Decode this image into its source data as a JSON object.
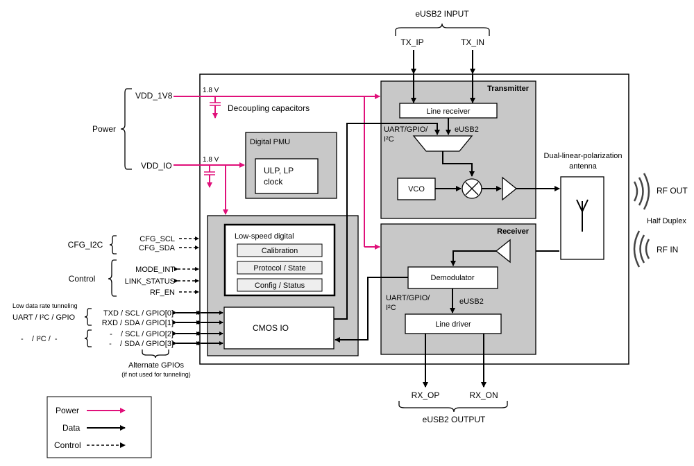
{
  "top": {
    "group_label": "eUSB2 INPUT",
    "tx_ip": "TX_IP",
    "tx_in": "TX_IN"
  },
  "bottom": {
    "group_label": "eUSB2 OUTPUT",
    "rx_op": "RX_OP",
    "rx_on": "RX_ON"
  },
  "power": {
    "group_label": "Power",
    "vdd_1v8": "VDD_1V8",
    "vdd_io": "VDD_IO",
    "volt_1": "1.8 V",
    "volt_2": "1.8 V",
    "decoupling": "Decoupling capacitors"
  },
  "pmu": {
    "title": "Digital PMU",
    "inner_line1": "ULP, LP",
    "inner_line2": "clock"
  },
  "transmitter": {
    "title": "Transmitter",
    "line_receiver": "Line receiver",
    "uart_line1": "UART/GPIO/",
    "uart_line2": "I²C",
    "eusb2": "eUSB2",
    "vco": "VCO"
  },
  "receiver": {
    "title": "Receiver",
    "demodulator": "Demodulator",
    "uart_line1": "UART/GPIO/",
    "uart_line2": "I²C",
    "eusb2": "eUSB2",
    "line_driver": "Line driver"
  },
  "antenna": {
    "label_line1": "Dual-linear-polarization",
    "label_line2": "antenna",
    "rf_out": "RF OUT",
    "rf_in": "RF IN",
    "half_duplex": "Half Duplex"
  },
  "digital": {
    "title": "Low-speed digital",
    "items": [
      "Calibration",
      "Protocol / State",
      "Config / Status"
    ],
    "cmos_io": "CMOS IO"
  },
  "cfg": {
    "group_label": "CFG_I2C",
    "pins": [
      "CFG_SCL",
      "CFG_SDA"
    ]
  },
  "control": {
    "group_label": "Control",
    "pins": [
      "MODE_INT",
      "LINK_STATUS",
      "RF_EN"
    ]
  },
  "tunneling": {
    "group_label_line1": "Low data rate tunneling",
    "group_label_line2": "UART / I²C / GPIO",
    "pins": [
      "TXD / SCL / GPIO[0]",
      "RXD / SDA / GPIO[1]"
    ]
  },
  "alternate": {
    "group_label": "-    / I²C /  -",
    "pins": [
      "-    / SCL / GPIO[2]",
      "-    / SDA / GPIO[3]"
    ],
    "note_line1": "Alternate GPIOs",
    "note_line2": "(if not used for tunneling)"
  },
  "legend": {
    "power": "Power",
    "data": "Data",
    "control": "Control"
  },
  "colors": {
    "power": "#e0107a",
    "block_gray": "#c8c8c8",
    "data": "#000000"
  }
}
